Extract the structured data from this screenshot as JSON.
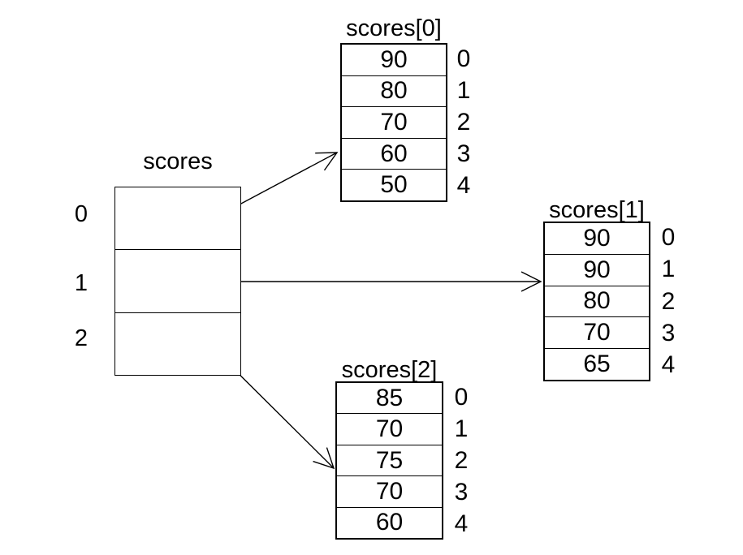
{
  "diagram": {
    "pointer_array": {
      "label": "scores",
      "indices": [
        "0",
        "1",
        "2"
      ]
    },
    "sub_arrays": [
      {
        "label": "scores[0]",
        "values": [
          "90",
          "80",
          "70",
          "60",
          "50"
        ],
        "indices": [
          "0",
          "1",
          "2",
          "3",
          "4"
        ]
      },
      {
        "label": "scores[1]",
        "values": [
          "90",
          "90",
          "80",
          "70",
          "65"
        ],
        "indices": [
          "0",
          "1",
          "2",
          "3",
          "4"
        ]
      },
      {
        "label": "scores[2]",
        "values": [
          "85",
          "70",
          "75",
          "70",
          "60"
        ],
        "indices": [
          "0",
          "1",
          "2",
          "3",
          "4"
        ]
      }
    ],
    "pointers": [
      {
        "from_index": "0",
        "to": "scores[0]"
      },
      {
        "from_index": "1",
        "to": "scores[1]"
      },
      {
        "from_index": "2",
        "to": "scores[2]"
      }
    ],
    "colors": {
      "background": "#ffffff",
      "line": "#000000",
      "text": "#000000"
    }
  }
}
